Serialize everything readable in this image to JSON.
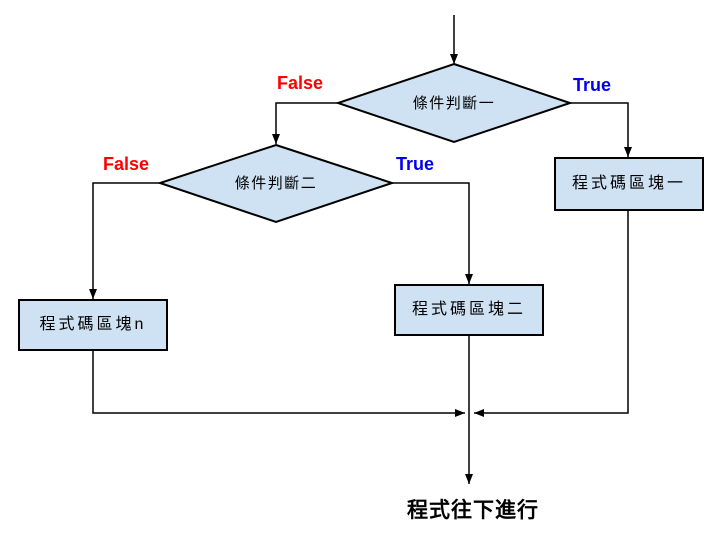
{
  "nodes": {
    "decision1": {
      "label": "條件判斷一",
      "type": "decision"
    },
    "decision2": {
      "label": "條件判斷二",
      "type": "decision"
    },
    "block1": {
      "label": "程式碼區塊一",
      "type": "process"
    },
    "block2": {
      "label": "程式碼區塊二",
      "type": "process"
    },
    "blockn": {
      "label": "程式碼區塊n",
      "type": "process"
    }
  },
  "branches": {
    "decision1_true": "True",
    "decision1_false": "False",
    "decision2_true": "True",
    "decision2_false": "False"
  },
  "end_label": "程式往下進行",
  "colors": {
    "node_fill": "#cfe2f3",
    "node_border": "#000000",
    "connector": "#000000",
    "true_label": "#0000ee",
    "false_label": "#ff0000",
    "text": "#000000",
    "background": "#ffffff"
  }
}
